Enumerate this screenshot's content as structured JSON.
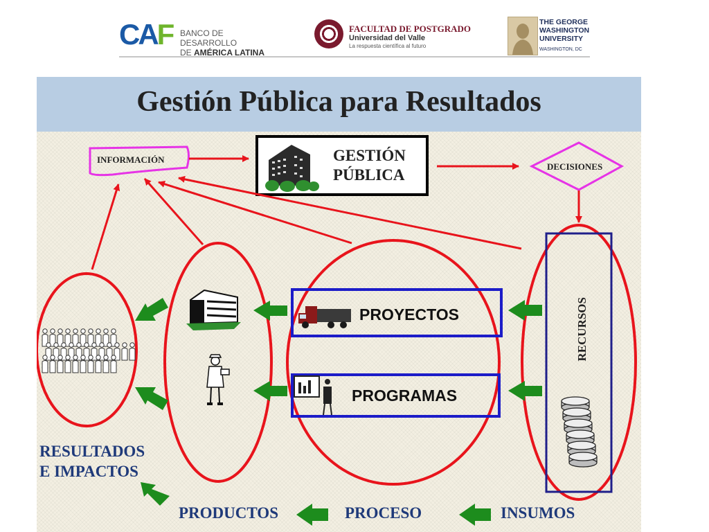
{
  "header": {
    "caf": {
      "mark_c": "CA",
      "mark_f": "F",
      "line1": "BANCO DE DESARROLLO",
      "line2_prefix": "DE ",
      "line2_bold": "AMÉRICA LATINA"
    },
    "postgrado": {
      "title": "FACULTAD DE POSTGRADO",
      "subtitle": "Universidad del Valle",
      "tagline": "La respuesta científica al futuro"
    },
    "gwu": {
      "line1": "THE GEORGE",
      "line2": "WASHINGTON",
      "line3": "UNIVERSITY",
      "location": "WASHINGTON, DC"
    }
  },
  "slide": {
    "title": "Gestión Pública para Resultados",
    "nodes": {
      "informacion": "INFORMACIÓN",
      "gestion_line1": "GESTIÓN",
      "gestion_line2": "PÚBLICA",
      "decisiones": "DECISIONES",
      "proyectos": "PROYECTOS",
      "programas": "PROGRAMAS",
      "recursos": "RECURSOS",
      "resultados_line1": "RESULTADOS",
      "resultados_line2": "E IMPACTOS"
    },
    "flow": {
      "productos": "PRODUCTOS",
      "proceso": "PROCESO",
      "insumos": "INSUMOS"
    }
  },
  "colors": {
    "red": "#e8141c",
    "blue": "#1c1cc8",
    "magenta": "#e633e6",
    "green": "#1d8c1d",
    "navy": "#1f3a7a",
    "title_bar": "#b8cde3"
  }
}
